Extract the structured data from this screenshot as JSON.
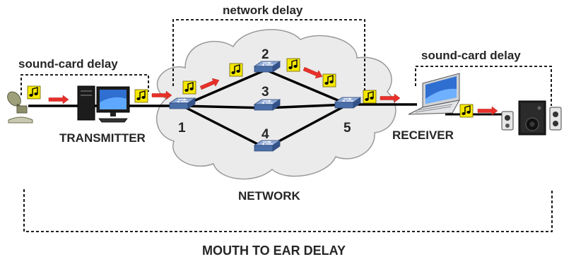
{
  "labels": {
    "network_delay": "network delay",
    "sound_card_delay_tx": "sound-card delay",
    "sound_card_delay_rx": "sound-card delay",
    "transmitter": "TRANSMITTER",
    "receiver": "RECEIVER",
    "network": "NETWORK",
    "mouth_to_ear": "MOUTH TO EAR DELAY"
  },
  "nodes": [
    {
      "id": "1",
      "label": "1"
    },
    {
      "id": "2",
      "label": "2"
    },
    {
      "id": "3",
      "label": "3"
    },
    {
      "id": "4",
      "label": "4"
    },
    {
      "id": "5",
      "label": "5"
    }
  ],
  "icons": {
    "packet": "music-note-packet-icon",
    "router": "router-icon",
    "microphone": "microphone-icon",
    "computer": "desktop-computer-icon",
    "laptop": "laptop-icon",
    "speakers": "speakers-icon",
    "arrow": "red-arrow-icon"
  },
  "colors": {
    "packet_fill": "#f5e800",
    "arrow": "#e8302a",
    "cloud_fill": "#ebebeb",
    "router_blue": "#4a6fa8",
    "line": "#000000"
  }
}
